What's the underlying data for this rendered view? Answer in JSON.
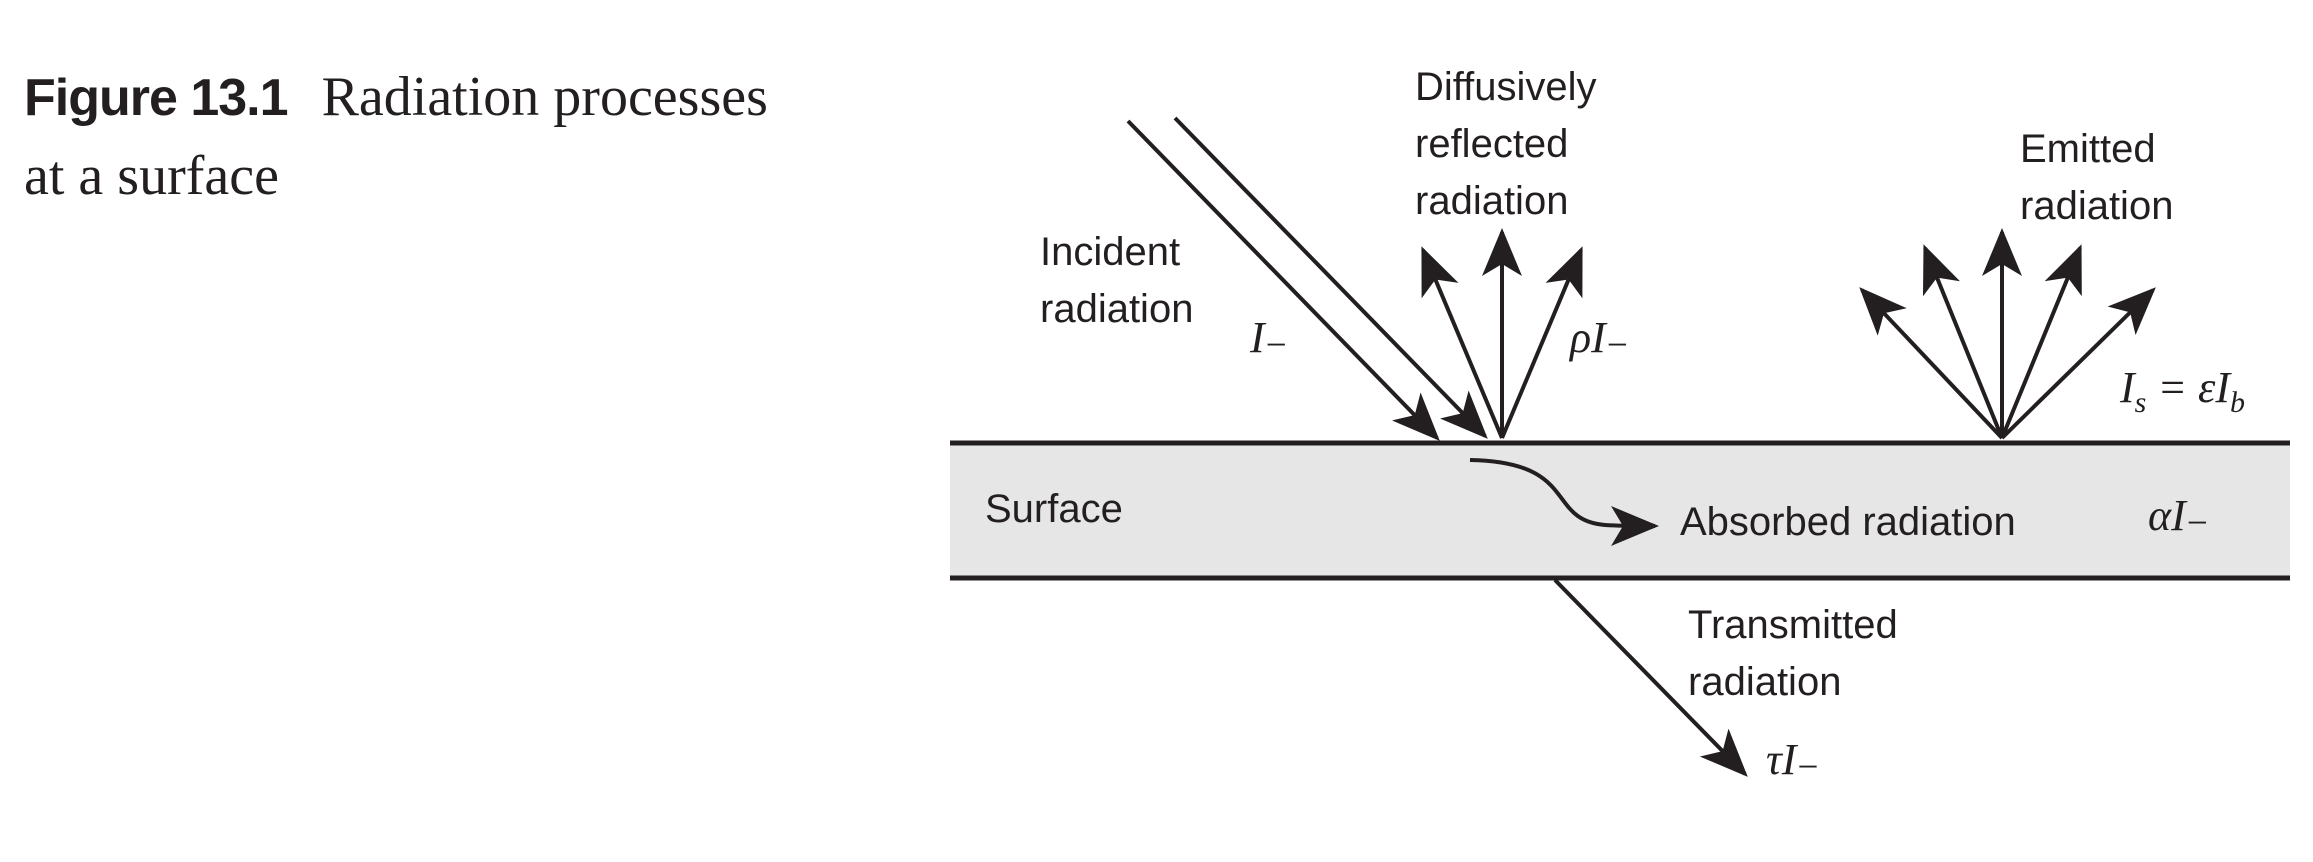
{
  "caption": {
    "figure_number": "Figure 13.1",
    "line1": "Radiation processes",
    "line2": "at a surface"
  },
  "labels": {
    "incident": [
      "Incident",
      "radiation"
    ],
    "incident_symbol": "I₋",
    "reflected": [
      "Diffusively",
      "reflected",
      "radiation"
    ],
    "reflected_symbol": "ρI₋",
    "emitted": [
      "Emitted",
      "radiation"
    ],
    "emitted_symbol_lhs": "I",
    "emitted_symbol_lhs_sub": "s",
    "emitted_symbol_eq": " = εI",
    "emitted_symbol_rhs_sub": "b",
    "surface": "Surface",
    "absorbed": "Absorbed radiation",
    "absorbed_symbol": "αI₋",
    "transmitted": [
      "Transmitted",
      "radiation"
    ],
    "transmitted_symbol": "τI₋"
  },
  "colors": {
    "ink": "#231f20",
    "surface_fill": "#e6e6e7",
    "background": "#ffffff"
  }
}
